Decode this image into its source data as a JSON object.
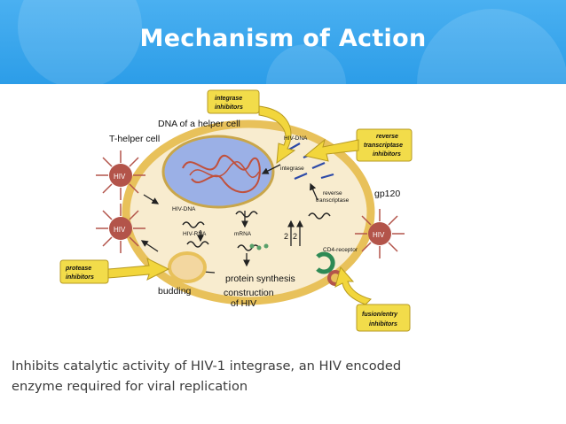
{
  "slide": {
    "title": "Mechanism of Action",
    "caption_line1": "Inhibits catalytic activity of HIV-1 integrase, an HIV encoded",
    "caption_line2": "enzyme required for viral replication"
  },
  "diagram": {
    "dna_of_helper_cell": "DNA of a helper cell",
    "t_helper_cell": "T-helper cell",
    "hiv_dna_top": "HIV-DNA",
    "integrase": "integrase",
    "reverse_transcriptase_1": "reverse",
    "reverse_transcriptase_2": "transcriptase",
    "gp120": "gp120",
    "hiv_dna_left": "HIV-DNA",
    "hiv_rna": "HIV-RNA",
    "mrna": "mRNA",
    "cd4_receptor": "CD4-receptor",
    "budding": "budding",
    "protein_synthesis": "protein synthesis",
    "construction_1": "construction",
    "construction_2": "of HIV",
    "hiv": "HIV",
    "integrase_inhibitors_1": "integrase",
    "integrase_inhibitors_2": "inhibitors",
    "rt_inhibitors_1": "reverse",
    "rt_inhibitors_2": "transcriptase",
    "rt_inhibitors_3": "inhibitors",
    "protease_inhibitors_1": "protease",
    "protease_inhibitors_2": "inhibitors",
    "fusion_inhibitors_1": "fusion/entry",
    "fusion_inhibitors_2": "inhibitors"
  },
  "colors": {
    "header": "#2c9de8",
    "cell_membrane": "#e8c15a",
    "cell_fill": "#f8eccf",
    "nucleus": "#9bb0e6",
    "hiv_virus": "#b3544a",
    "label_box": "#f2dc4a",
    "arrow": "#f2d63c",
    "caption_text": "#3b3b3b"
  }
}
